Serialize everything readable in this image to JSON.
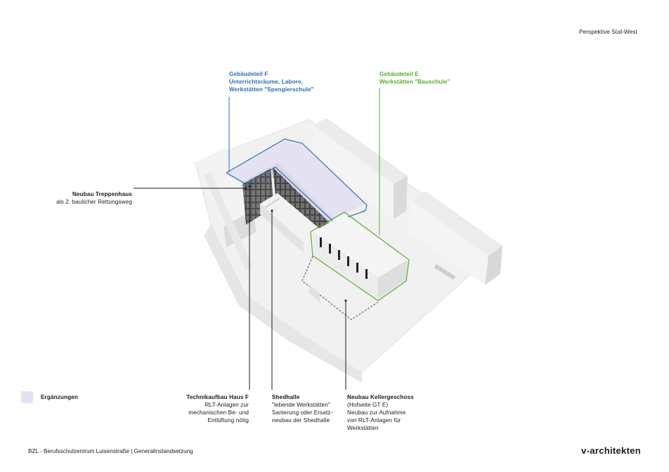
{
  "view_label": "Perspektive Süd-West",
  "building_f": {
    "title": "Gebäudeteil F",
    "lines": [
      "Unterrichtsräume, Labore,",
      "Werkstätten \"Spenglerschule\""
    ]
  },
  "building_e": {
    "title": "Gebäudeteil E",
    "lines": [
      "Werkstätten \"Bauschule\""
    ]
  },
  "stair": {
    "title": "Neubau Treppenhaus",
    "lines": [
      "als 2. baulicher Rettungsweg"
    ]
  },
  "technik": {
    "title": "Technikaufbau Haus F",
    "lines": [
      "RLT-Anlagen zur",
      "mechanischen Be- und",
      "Entlüftung nötig"
    ]
  },
  "shedhalle": {
    "title": "Shedhalle",
    "lines": [
      "\"lebende Werkstätten\"",
      "Sanierung oder Ersatz-",
      "neubau der Shedhalle"
    ]
  },
  "keller": {
    "title": "Neubau Kellergeschoss",
    "lines": [
      "(Hofseite GT E)",
      "Neubau zur Aufnahme",
      "von RLT-Anlagen für",
      "Werkstätten"
    ]
  },
  "legend": {
    "label": "Ergänzungen",
    "color": "#e4e2f2"
  },
  "footer": {
    "project": "BZL - Berufsschulzentrum Luisenstraße | Generalinstandsetzung",
    "brand": "v-architekten"
  },
  "colors": {
    "building_f": "#2c6fb3",
    "building_e": "#5aaa2f",
    "leader": "#1a1a1a"
  }
}
